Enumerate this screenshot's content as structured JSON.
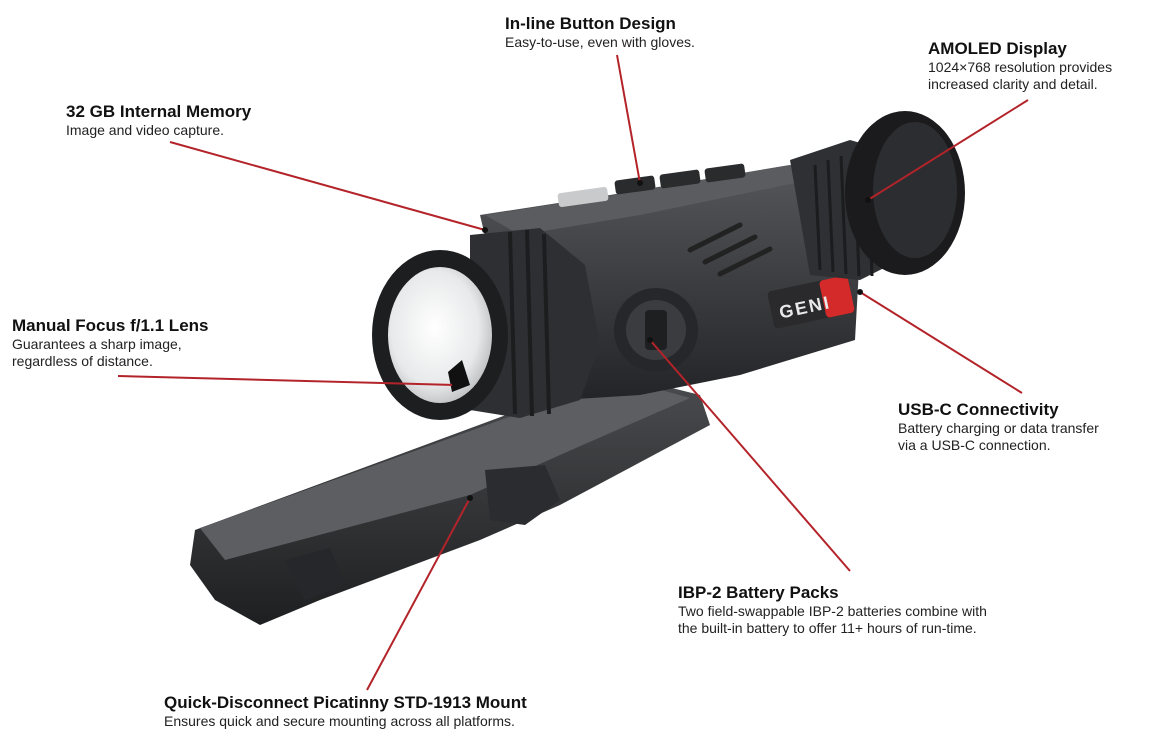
{
  "colors": {
    "leader": "#b3242a",
    "body": "#3a3b3d",
    "accent": "#d52a2a"
  },
  "device": {
    "brand": "GENI"
  },
  "callouts": [
    {
      "id": "buttons",
      "title": "In-line Button Design",
      "lines": [
        "Easy-to-use, even with gloves."
      ]
    },
    {
      "id": "display",
      "title": "AMOLED Display",
      "lines": [
        "1024×768 resolution provides",
        "increased clarity and detail."
      ]
    },
    {
      "id": "memory",
      "title": "32 GB Internal Memory",
      "lines": [
        "Image and video capture."
      ]
    },
    {
      "id": "lens",
      "title": "Manual Focus f/1.1 Lens",
      "lines": [
        "Guarantees a sharp image,",
        "regardless of distance."
      ]
    },
    {
      "id": "usbc",
      "title": "USB-C Connectivity",
      "lines": [
        "Battery charging or data transfer",
        "via a USB-C connection."
      ]
    },
    {
      "id": "battery",
      "title": "IBP-2 Battery Packs",
      "lines": [
        "Two field-swappable IBP-2 batteries combine with",
        "the built-in battery to offer 11+ hours of run-time."
      ]
    },
    {
      "id": "mount",
      "title": "Quick-Disconnect Picatinny STD-1913 Mount",
      "lines": [
        "Ensures quick and secure mounting across all platforms."
      ]
    }
  ]
}
